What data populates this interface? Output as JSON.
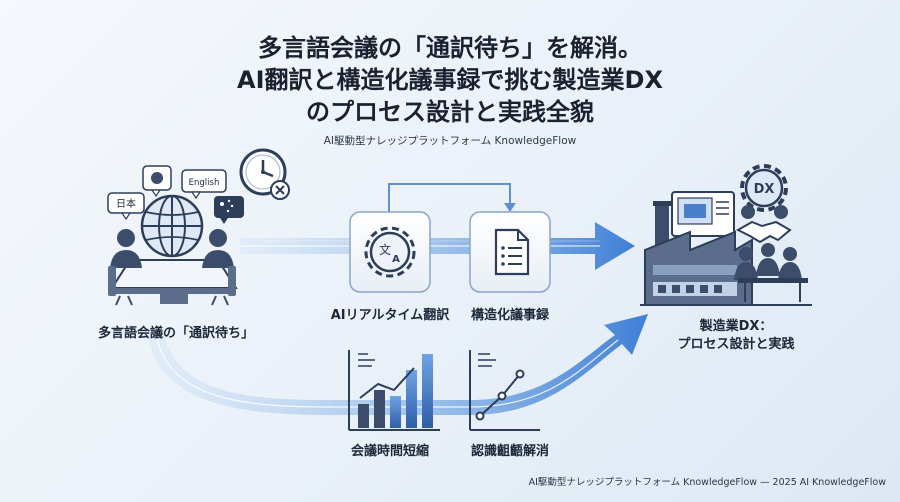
{
  "header": {
    "title_line1": "多言語会議の「通訳待ち」を解消。",
    "title_line2": "AI翻訳と構造化議事録で挑む製造業DX",
    "title_line3": "のプロセス設計と実践全貌",
    "subtitle": "AI駆動型ナレッジプラットフォーム KnowledgeFlow"
  },
  "nodes": {
    "meeting": {
      "label": "多言語会議の「通訳待ち」"
    },
    "translation": {
      "label": "AIリアルタイム翻訳"
    },
    "minutes": {
      "label": "構造化議事録"
    },
    "manufacturing": {
      "label_line1": "製造業DX：",
      "label_line2": "プロセス設計と実践"
    },
    "time_reduction": {
      "label": "会議時間短縮"
    },
    "gap_resolution": {
      "label": "認識齟齬解消"
    }
  },
  "bubbles": {
    "japanese": "日本",
    "english": "English",
    "dx": "DX"
  },
  "icons": {
    "meeting": "globe-meeting-icon",
    "clock": "clock-icon",
    "translate": "translate-gear-icon",
    "document": "document-list-icon",
    "factory": "factory-icon",
    "bar_chart": "bar-chart-icon",
    "line_chart": "line-chart-icon"
  },
  "colors": {
    "accent": "#2f6fcf",
    "dark_navy": "#2c3e5a",
    "flow_light": "#a8c8ee"
  },
  "footer": {
    "text": "AI駆動型ナレッジプラットフォーム KnowledgeFlow — 2025 AI KnowledgeFlow"
  }
}
